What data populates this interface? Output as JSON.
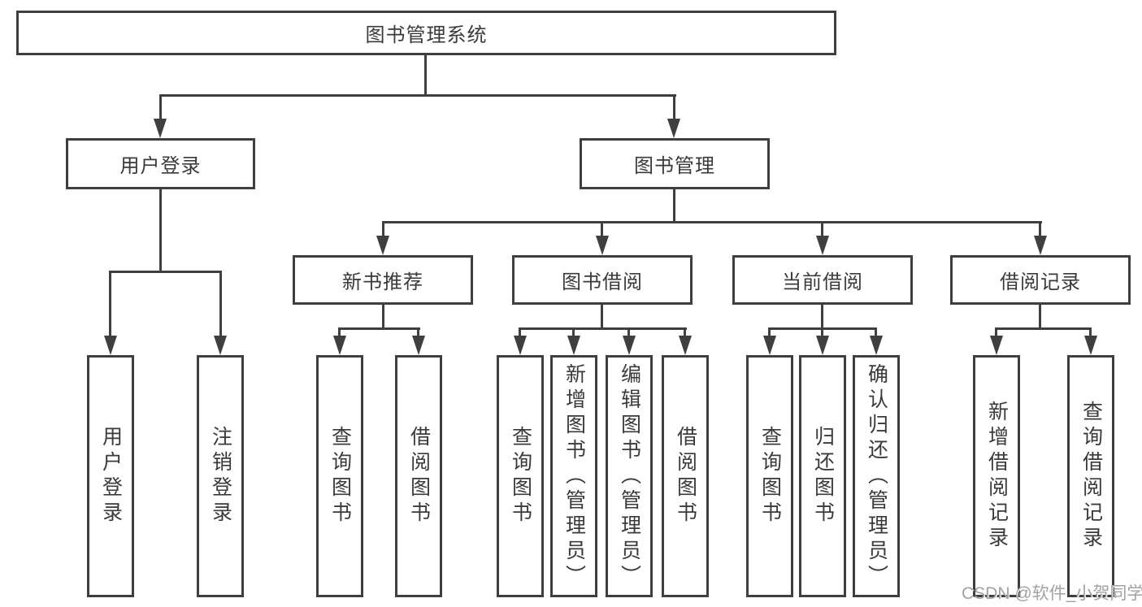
{
  "diagram": {
    "root": {
      "label": "图书管理系统"
    },
    "branches": [
      {
        "label": "用户登录",
        "children": [
          {
            "label": "用户登录"
          },
          {
            "label": "注销登录"
          }
        ]
      },
      {
        "label": "图书管理",
        "children": [
          {
            "label": "新书推荐",
            "children": [
              {
                "label": "查询图书"
              },
              {
                "label": "借阅图书"
              }
            ]
          },
          {
            "label": "图书借阅",
            "children": [
              {
                "label": "查询图书"
              },
              {
                "label": "新增图书（管理员）"
              },
              {
                "label": "编辑图书（管理员）"
              },
              {
                "label": "借阅图书"
              }
            ]
          },
          {
            "label": "当前借阅",
            "children": [
              {
                "label": "查询图书"
              },
              {
                "label": "归还图书"
              },
              {
                "label": "确认归还（管理员）"
              }
            ]
          },
          {
            "label": "借阅记录",
            "children": [
              {
                "label": "新增借阅记录"
              },
              {
                "label": "查询借阅记录"
              }
            ]
          }
        ]
      }
    ]
  },
  "watermark": {
    "text": "CSDN @软件_小贺同学"
  },
  "colors": {
    "line": "#3f3f3f",
    "text": "#3a3a3a",
    "watermark": "#a2a2a2",
    "background": "#ffffff"
  }
}
